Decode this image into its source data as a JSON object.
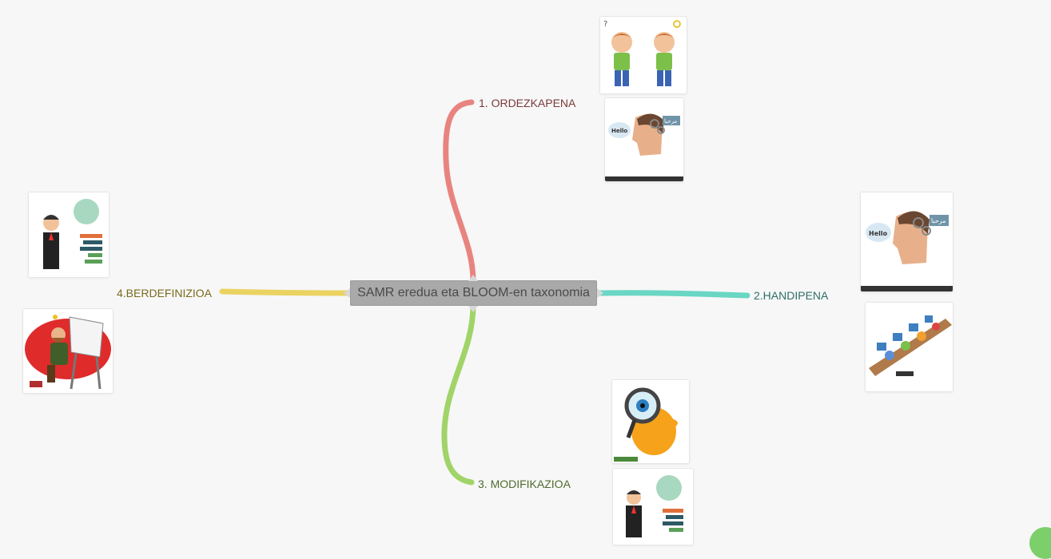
{
  "mindmap": {
    "center_label": "SAMR eredua eta BLOOM-en taxonomia",
    "branches": [
      {
        "label": "1. ORDEZKAPENA",
        "color": "#e88480"
      },
      {
        "label": "2.HANDIPENA",
        "color": "#6ad6c4"
      },
      {
        "label": "3. MODIFIKAZIOA",
        "color": "#a0d468"
      },
      {
        "label": "4.BERDEFINIZIOA",
        "color": "#ead361"
      }
    ],
    "images": {
      "speech_bubble_text": "Hello",
      "arabic_bubble_text": "مرحبا"
    }
  }
}
